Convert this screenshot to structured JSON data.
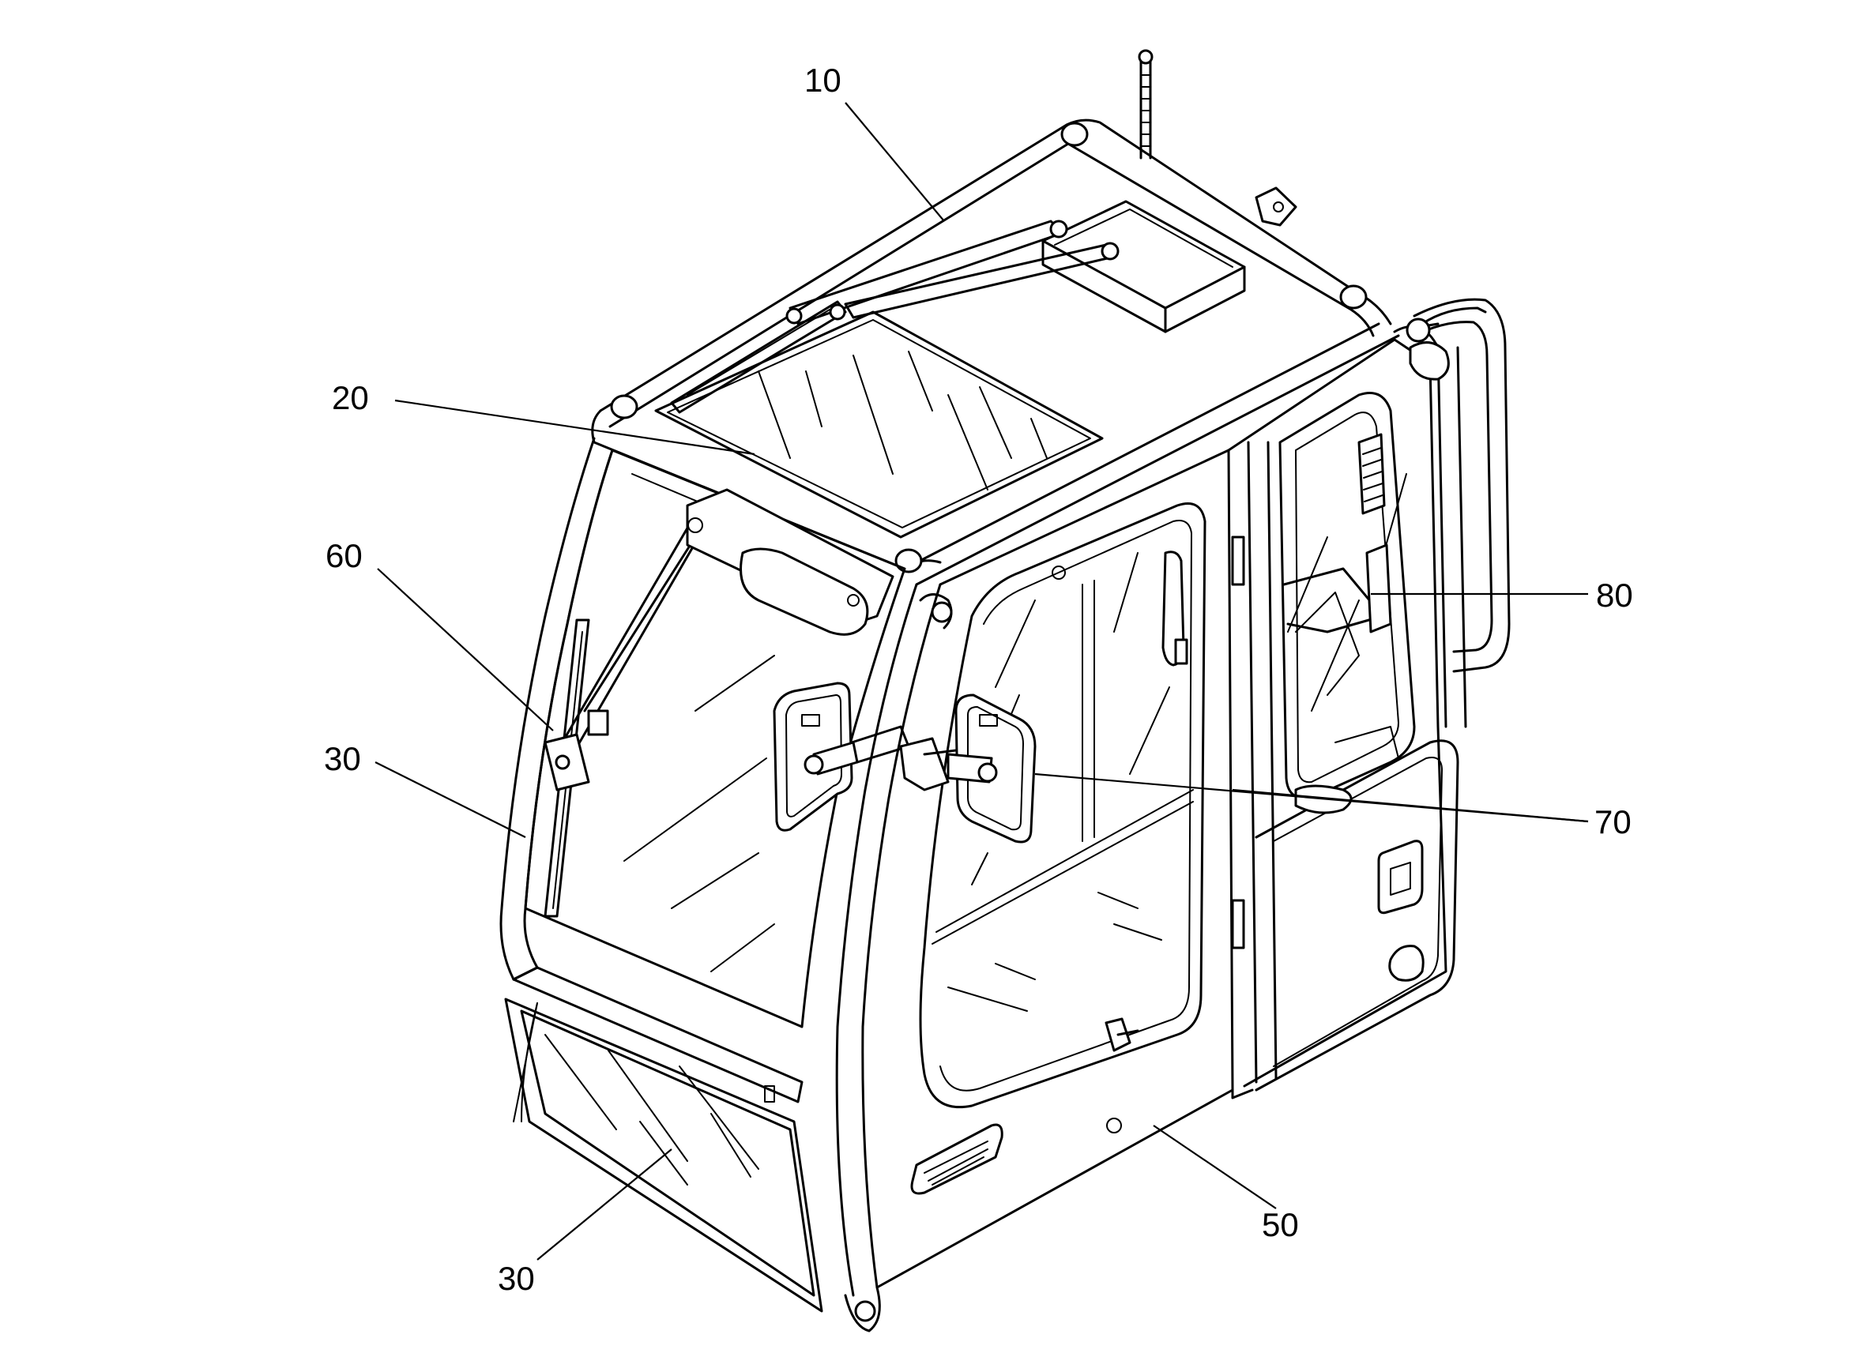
{
  "callouts": [
    {
      "id": "c10",
      "text": "10"
    },
    {
      "id": "c20",
      "text": "20"
    },
    {
      "id": "c60",
      "text": "60"
    },
    {
      "id": "c30a",
      "text": "30"
    },
    {
      "id": "c30b",
      "text": "30"
    },
    {
      "id": "c50",
      "text": "50"
    },
    {
      "id": "c70",
      "text": "70"
    },
    {
      "id": "c80",
      "text": "80"
    }
  ]
}
